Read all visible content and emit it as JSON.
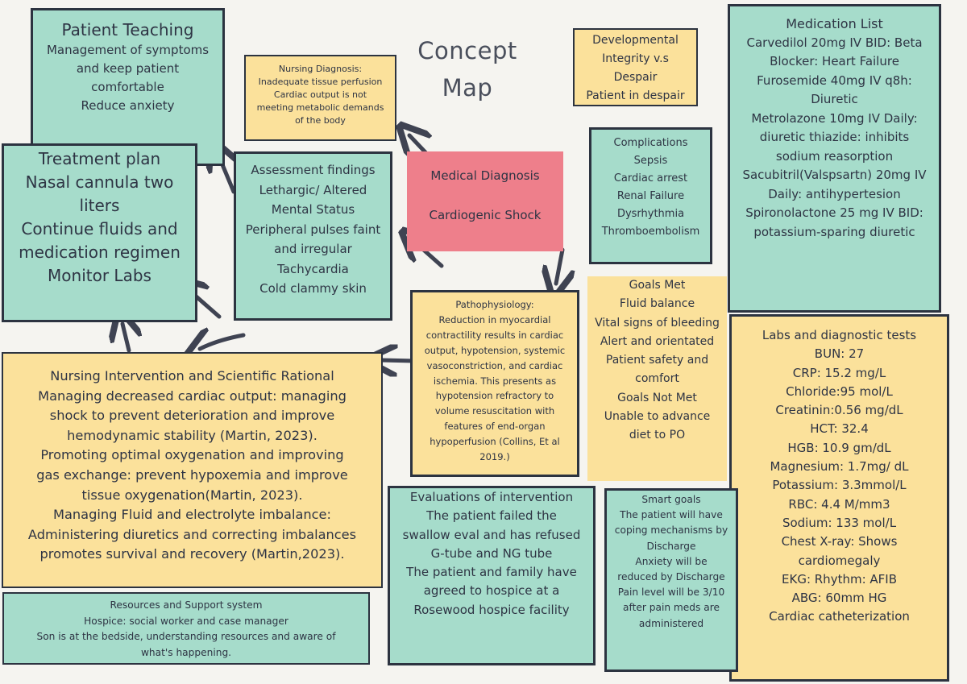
{
  "title": [
    "Concept",
    "Map"
  ],
  "patient_teaching": {
    "heading": "Patient Teaching",
    "lines": [
      "Management of symptoms",
      "and keep patient",
      "comfortable",
      "Reduce anxiety"
    ]
  },
  "nursing_diagnosis": {
    "lines": [
      "Nursing Diagnosis:",
      "Inadequate tissue perfusion",
      "Cardiac output is not",
      "meeting metabolic demands",
      "of the body"
    ]
  },
  "developmental": {
    "lines": [
      "Developmental",
      "Integrity v.s",
      "Despair",
      "Patient in despair"
    ]
  },
  "medication_list": {
    "heading": "Medication List",
    "lines": [
      "Carvedilol 20mg IV BID: Beta",
      "Blocker: Heart Failure",
      "Furosemide 40mg IV q8h:",
      "Diuretic",
      "Metrolazone 10mg IV Daily:",
      "diuretic thiazide: inhibits",
      "sodium reasorption",
      "Sacubitril(Valspsartn) 20mg IV",
      "Daily:  antihypertesion",
      "Spironolactone 25 mg IV BID:",
      "potassium-sparing diuretic"
    ]
  },
  "treatment_plan": {
    "lines": [
      "Treatment plan",
      "Nasal cannula two",
      "liters",
      "Continue fluids and",
      "medication regimen",
      "Monitor Labs"
    ]
  },
  "assessment": {
    "lines": [
      "Assessment findings",
      "Lethargic/ Altered",
      "Mental Status",
      "Peripheral pulses faint",
      "and irregular",
      "Tachycardia",
      "Cold clammy skin"
    ]
  },
  "medical_diagnosis": {
    "lines": [
      "Medical Diagnosis",
      "",
      "Cardiogenic Shock"
    ]
  },
  "complications": {
    "lines": [
      "Complications",
      "Sepsis",
      "Cardiac arrest",
      "Renal Failure",
      "Dysrhythmia",
      "Thromboembolism"
    ]
  },
  "pathophysiology": {
    "lines": [
      "Pathophysiology:",
      "Reduction in myocardial",
      "contractility results in cardiac",
      "output, hypotension, systemic",
      "vasoconstriction, and cardiac",
      "ischemia.  This presents as",
      "hypotension refractory to",
      "volume resuscitation with",
      "features of end-organ",
      "hypoperfusion (Collins, Et al",
      "2019.)"
    ]
  },
  "goals": {
    "lines": [
      "Goals Met",
      "Fluid balance",
      "Vital signs of bleeding",
      "Alert and orientated",
      "Patient safety and",
      "comfort",
      "Goals Not Met",
      "Unable to advance",
      "diet to PO"
    ]
  },
  "labs": {
    "lines": [
      "Labs and diagnostic tests",
      "BUN: 27",
      "CRP: 15.2 mg/L",
      "Chloride:95 mol/L",
      "Creatinin:0.56 mg/dL",
      "HCT: 32.4",
      "HGB: 10.9 gm/dL",
      "Magnesium:   1.7mg/ dL",
      "Potassium: 3.3mmol/L",
      "RBC: 4.4 M/mm3",
      "Sodium: 133 mol/L",
      "Chest X-ray: Shows",
      "cardiomegaly",
      "EKG: Rhythm: AFIB",
      "ABG:  60mm HG",
      "Cardiac catheterization"
    ]
  },
  "interventions": {
    "lines": [
      "Nursing Intervention and Scientific Rational",
      "Managing decreased cardiac output: managing",
      "shock to prevent deterioration and improve",
      "hemodynamic stability (Martin, 2023).",
      "Promoting optimal oxygenation and improving",
      "gas exchange: prevent hypoxemia and improve",
      "tissue oxygenation(Martin, 2023).",
      "Managing Fluid and electrolyte imbalance:",
      "Administering diuretics and correcting imbalances",
      "promotes survival and recovery (Martin,2023)."
    ]
  },
  "evaluations": {
    "lines": [
      "Evaluations of intervention",
      "The patient failed the",
      "swallow eval  and has refused",
      "G-tube and NG tube",
      "The patient and family have",
      "agreed to hospice at a",
      "Rosewood hospice facility"
    ]
  },
  "smart_goals": {
    "lines": [
      "Smart goals",
      "The patient will have",
      "coping mechanisms by",
      "Discharge",
      "Anxiety will be",
      "reduced by  Discharge",
      "Pain level  will be  3/10",
      "after pain meds are",
      "administered"
    ]
  },
  "resources": {
    "lines": [
      "Resources and Support system",
      "Hospice: social worker and case manager",
      "Son is at the bedside, understanding resources and aware of",
      "what's happening."
    ]
  },
  "colors": {
    "teal": "#a6dccb",
    "yellow": "#fbe19b",
    "pink": "#ee7f8b",
    "border": "#2c3340",
    "arrow": "#3f4352"
  }
}
